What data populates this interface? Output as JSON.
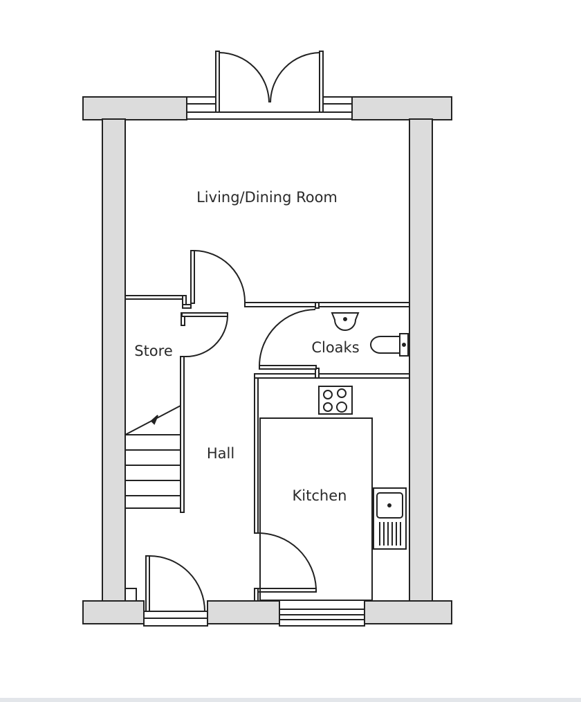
{
  "floor_plan": {
    "rooms": {
      "living_dining": "Living/Dining Room",
      "store": "Store",
      "cloaks": "Cloaks",
      "hall": "Hall",
      "kitchen": "Kitchen"
    }
  },
  "colors": {
    "wall_fill": "#dcdcdc",
    "line": "#222222",
    "background": "#ffffff"
  }
}
